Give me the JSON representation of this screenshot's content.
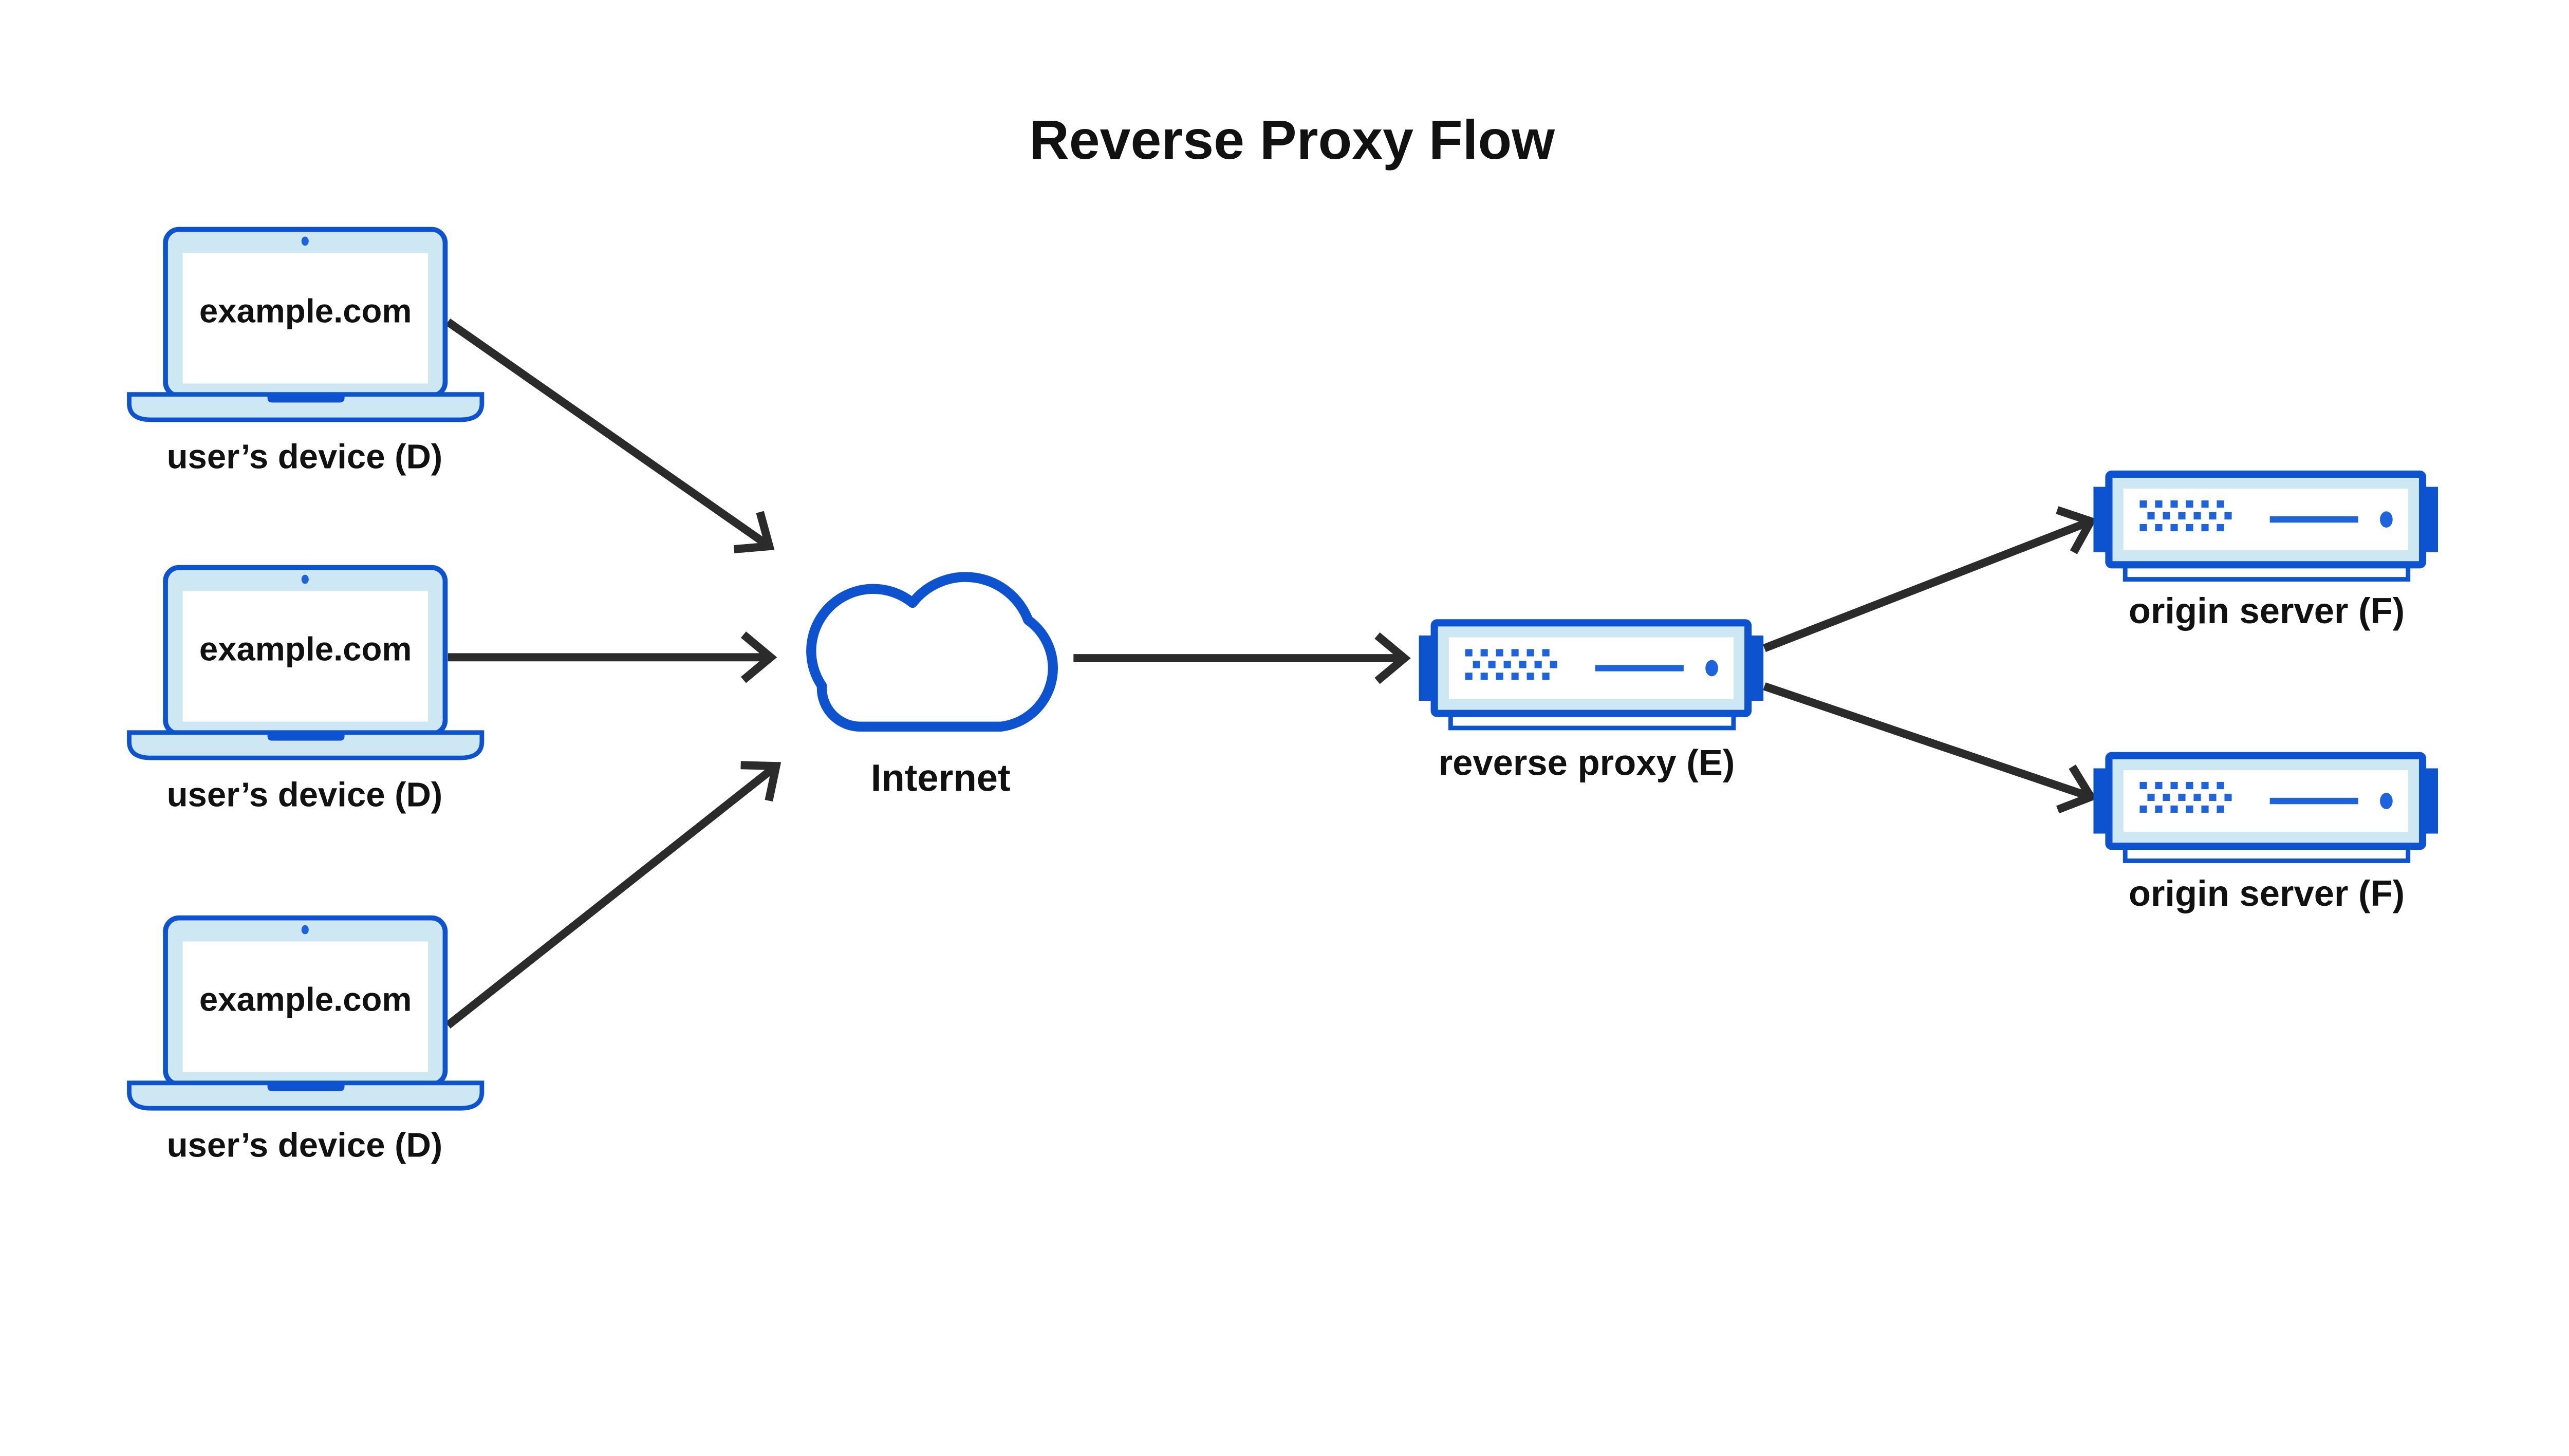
{
  "theme": {
    "primary-blue": "#0d53d0",
    "accent-blue": "#1e63de",
    "light-blue": "#cde8f3",
    "panel-white": "#ffffff",
    "arrow-color": "#2b2b2b",
    "text-color": "#111111",
    "background": "#ffffff"
  },
  "title": "Reverse Proxy Flow",
  "devices": [
    {
      "screen_label": "example.com",
      "caption": "user’s device (D)",
      "icon": "laptop-icon"
    },
    {
      "screen_label": "example.com",
      "caption": "user’s device (D)",
      "icon": "laptop-icon"
    },
    {
      "screen_label": "example.com",
      "caption": "user’s device (D)",
      "icon": "laptop-icon"
    }
  ],
  "internet": {
    "label": "Internet",
    "icon": "cloud-icon"
  },
  "proxy": {
    "label": "reverse proxy (E)",
    "icon": "server-icon"
  },
  "origins": [
    {
      "label": "origin server (F)",
      "icon": "server-icon"
    },
    {
      "label": "origin server (F)",
      "icon": "server-icon"
    }
  ],
  "connections": [
    {
      "name": "device-1-to-internet",
      "from": "user’s device (D)",
      "to": "Internet"
    },
    {
      "name": "device-2-to-internet",
      "from": "user’s device (D)",
      "to": "Internet"
    },
    {
      "name": "device-3-to-internet",
      "from": "user’s device (D)",
      "to": "Internet"
    },
    {
      "name": "internet-to-proxy",
      "from": "Internet",
      "to": "reverse proxy (E)"
    },
    {
      "name": "proxy-to-origin-1",
      "from": "reverse proxy (E)",
      "to": "origin server (F)"
    },
    {
      "name": "proxy-to-origin-2",
      "from": "reverse proxy (E)",
      "to": "origin server (F)"
    }
  ]
}
